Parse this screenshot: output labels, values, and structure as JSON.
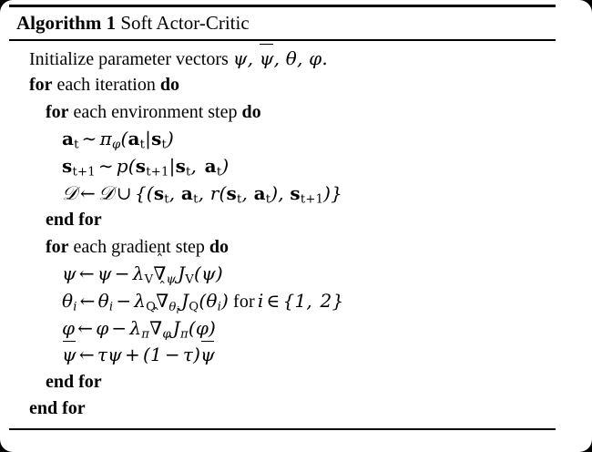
{
  "algorithm": {
    "label": "Algorithm 1",
    "name": "Soft Actor-Critic",
    "rules": {
      "top_thick": true,
      "header_separator": true,
      "bottom": true
    },
    "lines": [
      {
        "indent": 0,
        "type": "statement",
        "text": "Initialize parameter vectors ψ, ψ̄, θ, φ."
      },
      {
        "indent": 0,
        "type": "for",
        "text": "for each iteration do"
      },
      {
        "indent": 1,
        "type": "for",
        "text": "for each environment step do"
      },
      {
        "indent": 2,
        "type": "math",
        "text": "a_t ∼ π_φ(a_t|s_t)"
      },
      {
        "indent": 2,
        "type": "math",
        "text": "s_{t+1} ∼ p(s_{t+1}|s_t, a_t)"
      },
      {
        "indent": 2,
        "type": "math",
        "text": "𝒟 ← 𝒟 ∪ {(s_t, a_t, r(s_t, a_t), s_{t+1})}"
      },
      {
        "indent": 1,
        "type": "endfor",
        "text": "end for"
      },
      {
        "indent": 1,
        "type": "for",
        "text": "for each gradient step do"
      },
      {
        "indent": 2,
        "type": "math",
        "text": "ψ ← ψ − λ_V ∇̂_ψ J_V(ψ)"
      },
      {
        "indent": 2,
        "type": "math",
        "text": "θ_i ← θ_i − λ_Q ∇̂_{θ_i} J_Q(θ_i) for i ∈ {1, 2}"
      },
      {
        "indent": 2,
        "type": "math",
        "text": "φ ← φ − λ_π ∇̂_φ J_π(φ)"
      },
      {
        "indent": 2,
        "type": "math",
        "text": "ψ̄ ← τψ + (1 − τ)ψ̄"
      },
      {
        "indent": 1,
        "type": "endfor",
        "text": "end for"
      },
      {
        "indent": 0,
        "type": "endfor",
        "text": "end for"
      }
    ],
    "keywords": {
      "for": "for",
      "do": "do",
      "end_for": "end for",
      "each_iteration": "each iteration",
      "each_environment_step": "each environment step",
      "each_gradient_step": "each gradient step",
      "initialize": "Initialize parameter vectors",
      "for_roman": "for"
    },
    "symbols": {
      "psi": "ψ",
      "psi_bar": "ψ̄",
      "theta": "θ",
      "phi": "φ",
      "tau": "τ",
      "lambda": "λ",
      "pi": "π",
      "nabla_hat": "∇̂",
      "dataset": "D",
      "union": "∪",
      "member": "∈",
      "assign": "←",
      "sim": "∼",
      "minus": "−",
      "plus": "+",
      "period": ".",
      "comma": ",",
      "one": "1",
      "two": "2"
    },
    "colors": {
      "text": "#000000",
      "rule": "#000000",
      "page": "#ffffff",
      "backdrop": "#000000"
    }
  }
}
